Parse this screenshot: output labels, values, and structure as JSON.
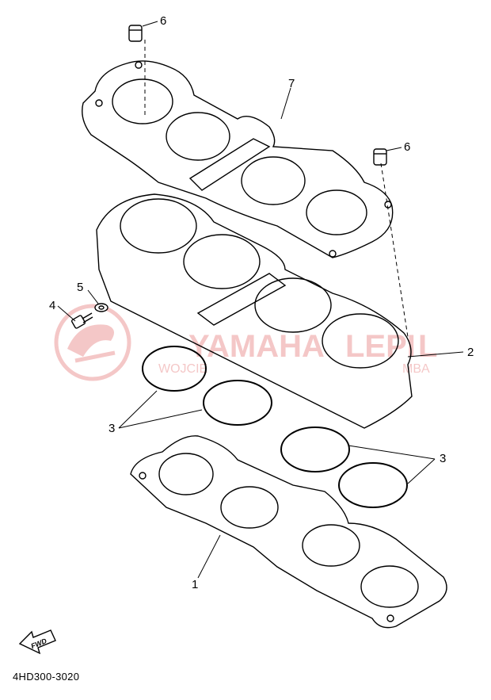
{
  "diagram": {
    "part_code": "4HD300-3020",
    "fwd_label": "FWD",
    "callouts": [
      "6",
      "7",
      "6",
      "5",
      "4",
      "2",
      "3",
      "3",
      "1"
    ],
    "watermark": {
      "title": "YAMAHA",
      "title_tail": "LEPI",
      "title_end": "L",
      "subtitle_left": "WOJCIE",
      "subtitle_right": "MBA",
      "color": "#e8a0a0"
    },
    "line_color": "#000000"
  }
}
